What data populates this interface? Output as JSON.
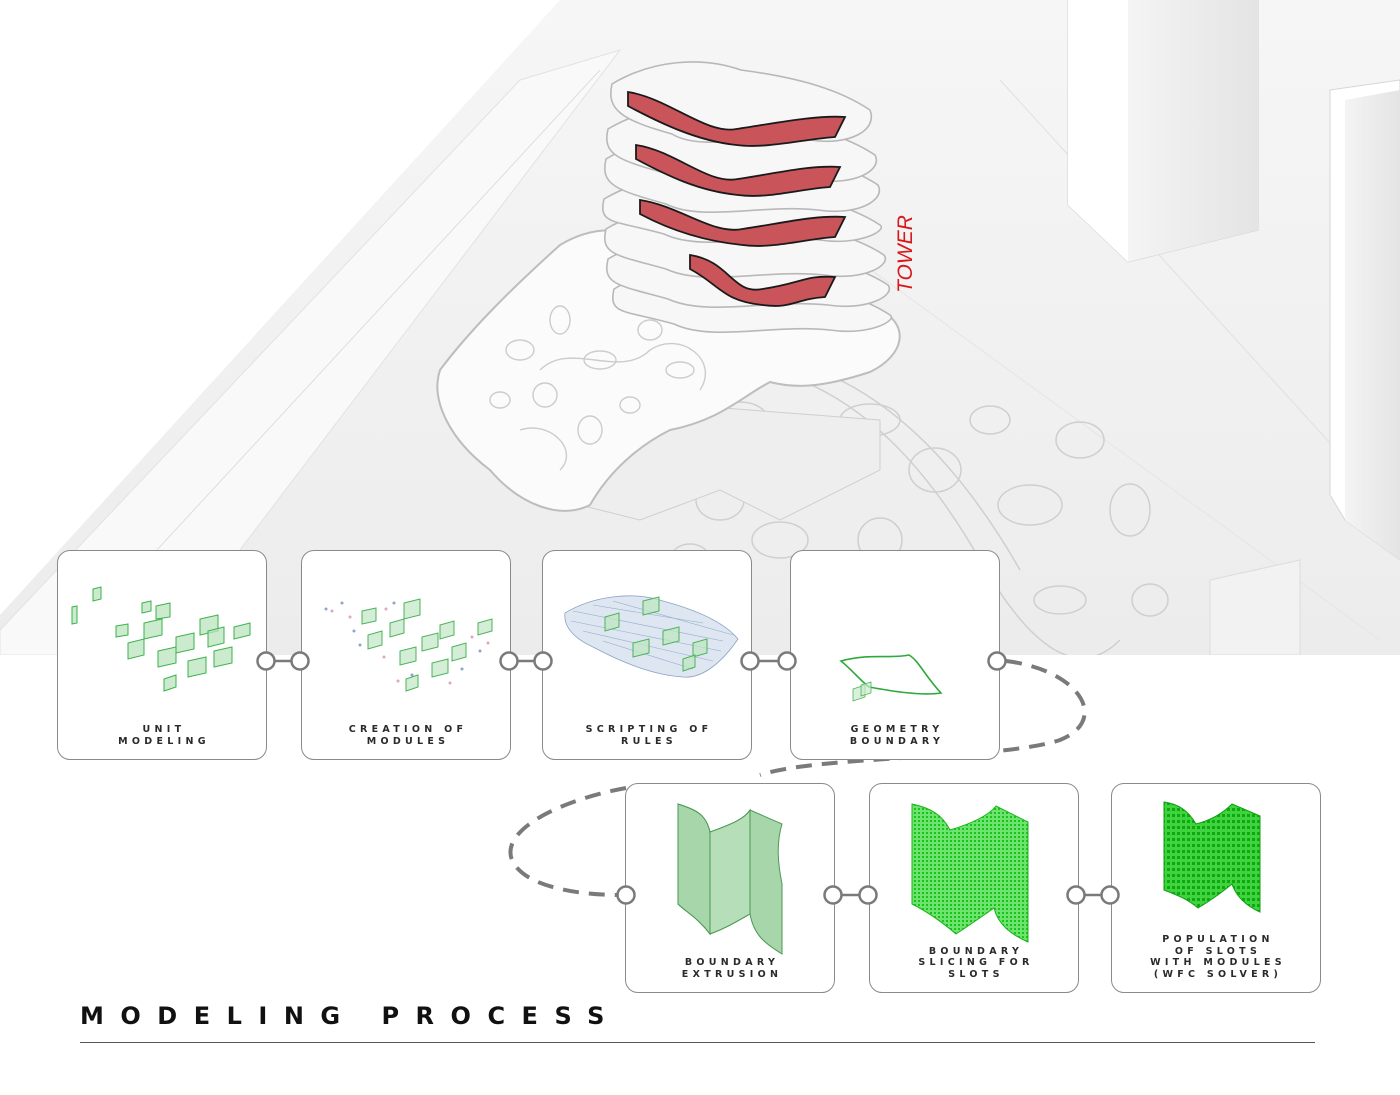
{
  "model": {
    "tower_label": "TOWER"
  },
  "steps": [
    {
      "id": "unit-modeling",
      "label": "UNIT\nMODELING"
    },
    {
      "id": "creation-of-modules",
      "label": "CREATION OF\nMODULES"
    },
    {
      "id": "scripting-of-rules",
      "label": "SCRIPTING OF\nRULES"
    },
    {
      "id": "geometry-boundary",
      "label": "GEOMETRY\nBOUNDARY"
    },
    {
      "id": "boundary-extrusion",
      "label": "BOUNDARY\nEXTRUSION"
    },
    {
      "id": "boundary-slicing-for-slots",
      "label": "BOUNDARY\nSLICING FOR\nSLOTS"
    },
    {
      "id": "population-of-slots",
      "label": "POPULATION\nOF SLOTS\nWITH MODULES\n(WFC SOLVER)"
    }
  ],
  "title": "MODELING PROCESS",
  "colors": {
    "accent_red": "#d8181b",
    "module_green": "#3bb34a",
    "slot_green": "#22d822",
    "connector_gray": "#7a7a7a"
  }
}
